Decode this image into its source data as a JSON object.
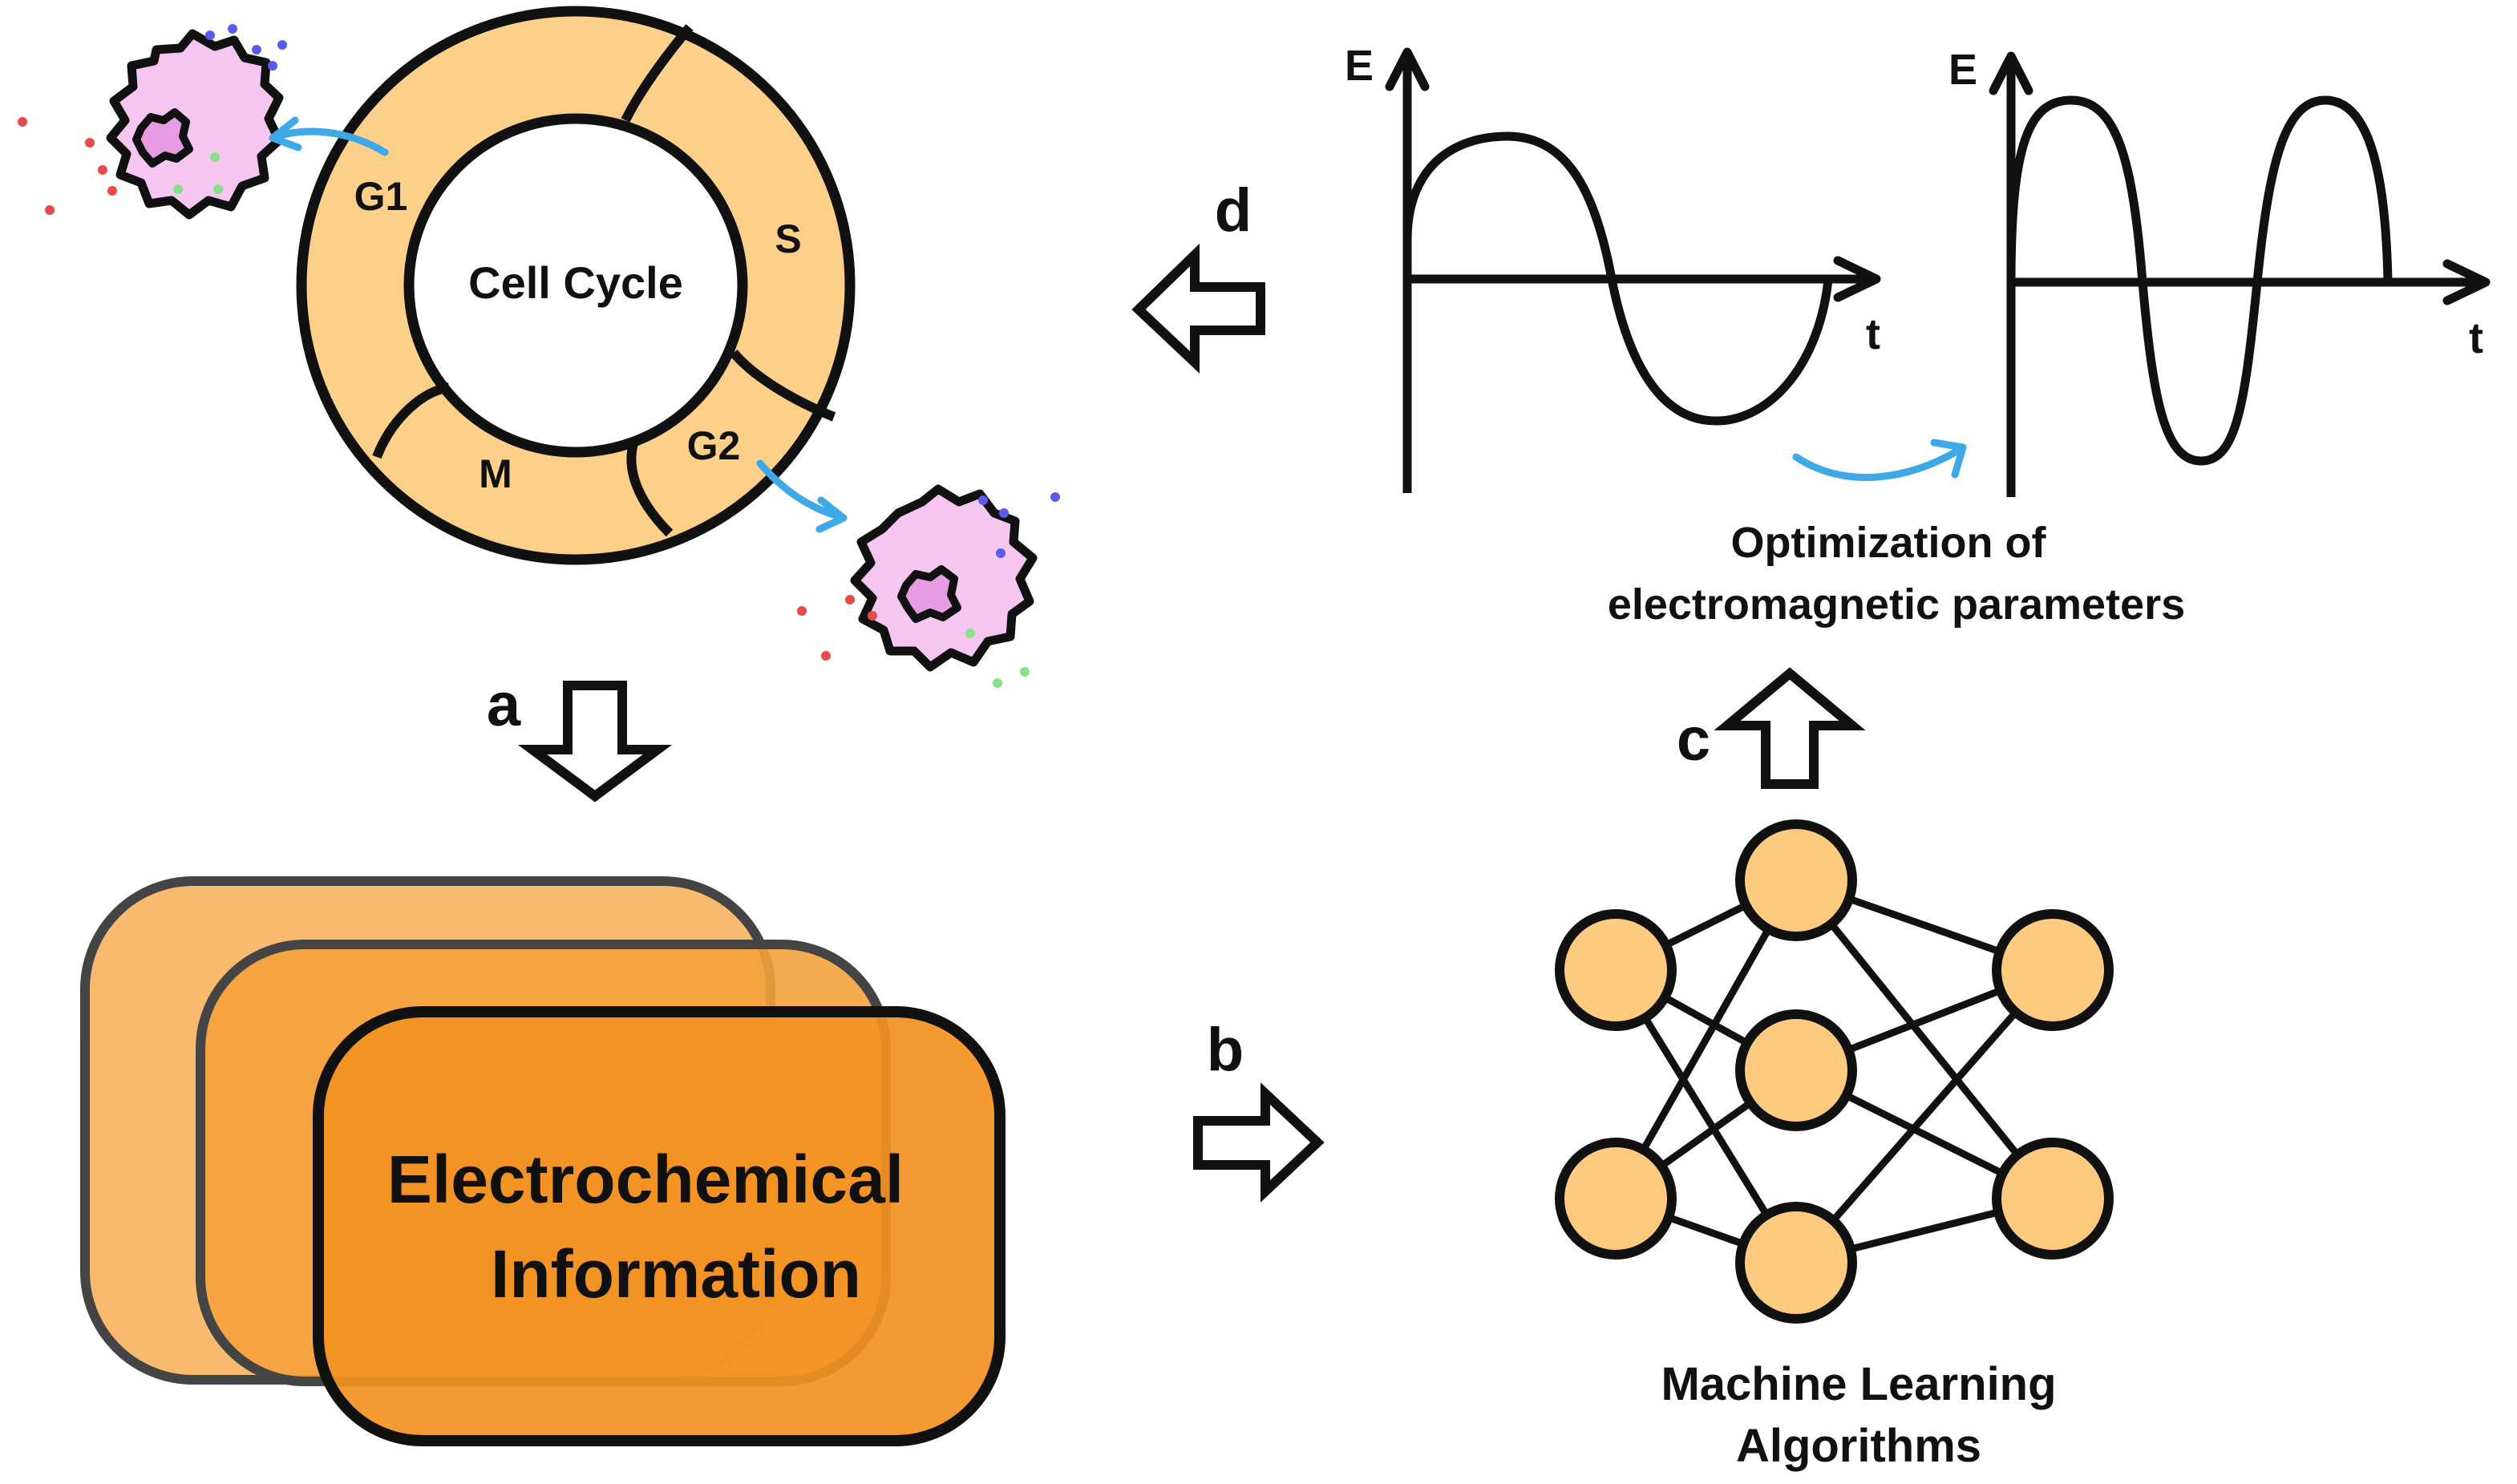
{
  "cell_cycle": {
    "center_label": "Cell Cycle",
    "phases": [
      "G1",
      "S",
      "G2",
      "M"
    ]
  },
  "steps": {
    "a": "a",
    "b": "b",
    "c": "c",
    "d": "d"
  },
  "info_box": {
    "line1": "Electrochemical",
    "line2": "Information"
  },
  "ml": {
    "line1": "Machine Learning",
    "line2": "Algorithms"
  },
  "optimization": {
    "line1": "Optimization of",
    "line2": "electromagnetic parameters"
  },
  "graphs": {
    "y_axis_label": "E",
    "x_axis_label": "t"
  },
  "colors": {
    "ring_fill": "#fdd08a",
    "box_light": "#f6b462",
    "box_mid": "#f4a23c",
    "box_dark": "#f29122",
    "node_fill": "#fccb80",
    "cell_fill": "#f4c6f0",
    "nucleus_fill": "#e79be2",
    "arrow_blue": "#3fa9e8"
  }
}
